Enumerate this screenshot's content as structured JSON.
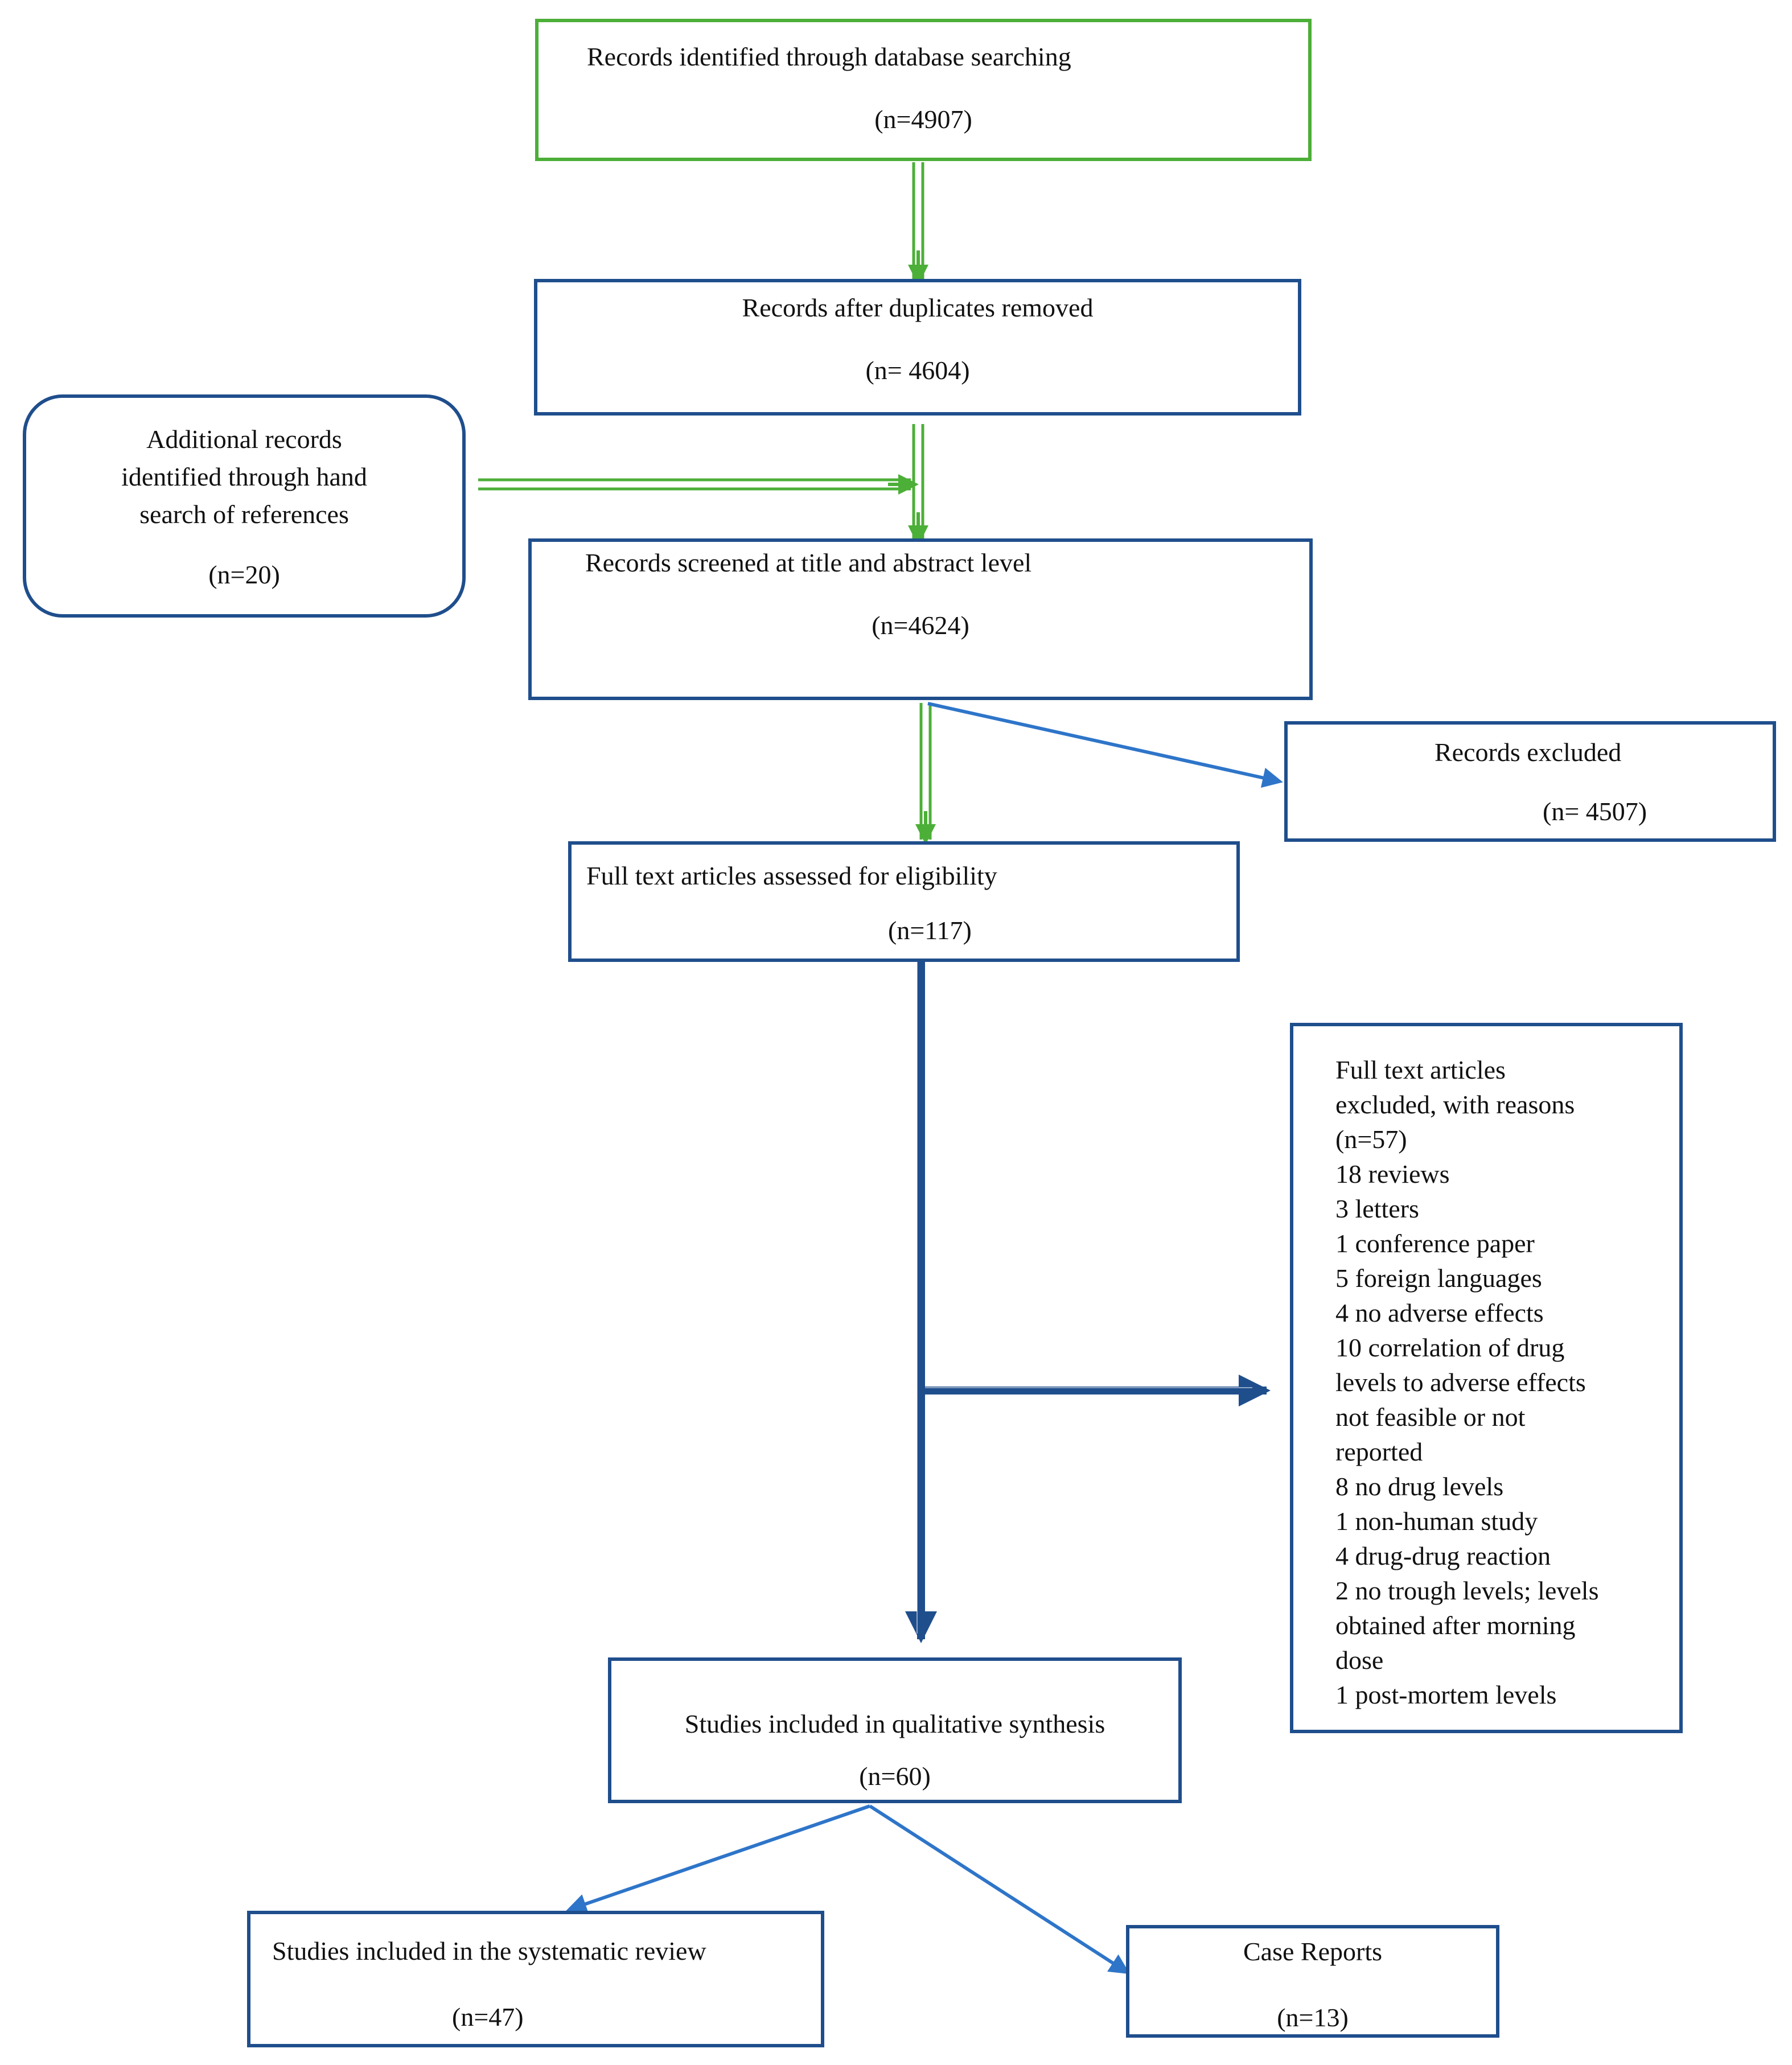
{
  "boxes": {
    "identified": {
      "title": "Records identified through database searching",
      "count": "(n=4907)"
    },
    "duplicates_removed": {
      "title": "Records after duplicates removed",
      "count": "(n= 4604)"
    },
    "hand_search": {
      "lines": [
        "Additional records",
        "identified through hand",
        "search of references"
      ],
      "count": "(n=20)"
    },
    "screened": {
      "title": "Records screened at title and abstract level",
      "count": "(n=4624)"
    },
    "excluded": {
      "title": "Records excluded",
      "count": "(n= 4507)"
    },
    "full_text": {
      "title": "Full text articles assessed for eligibility",
      "count": "(n=117)"
    },
    "full_text_excluded": {
      "lines": [
        "Full text articles",
        "excluded, with reasons",
        "(n=57)",
        "18 reviews",
        "3 letters",
        "1 conference paper",
        "5 foreign languages",
        "4 no adverse effects",
        "10 correlation of drug",
        "levels to adverse effects",
        "not feasible or not",
        "reported",
        "8 no drug levels",
        "1 non-human study",
        "4 drug-drug reaction",
        "2 no trough levels; levels",
        "obtained after morning",
        "dose",
        "1 post-mortem levels"
      ]
    },
    "qualitative": {
      "title": "Studies included in qualitative synthesis",
      "count": "(n=60)"
    },
    "systematic": {
      "title": "Studies included in the systematic review",
      "count": "(n=47)"
    },
    "case_reports": {
      "title": "Case Reports",
      "count": "(n=13)"
    }
  },
  "colors": {
    "box_border": "#1f4e8c",
    "green": "#4caf38",
    "arrow_blue": "#2e75c9"
  }
}
